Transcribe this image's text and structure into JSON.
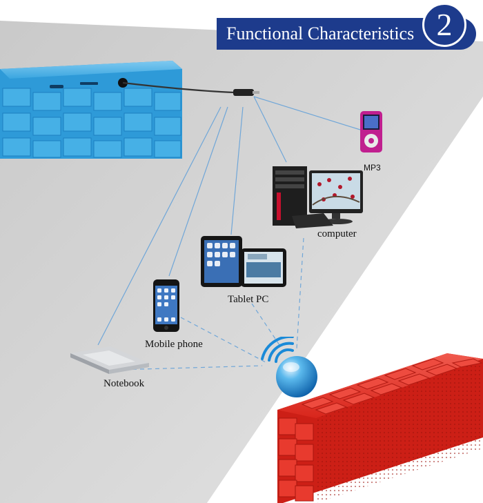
{
  "header": {
    "title": "Functional Characteristics",
    "number": "2"
  },
  "devices": [
    {
      "id": "mp3",
      "label": "MP3",
      "icon": "mp3-player-icon"
    },
    {
      "id": "computer",
      "label": "computer",
      "icon": "desktop-computer-icon"
    },
    {
      "id": "tablet",
      "label": "Tablet PC",
      "icon": "tablet-icon"
    },
    {
      "id": "phone",
      "label": "Mobile phone",
      "icon": "mobile-phone-icon"
    },
    {
      "id": "notebook",
      "label": "Notebook",
      "icon": "notebook-icon"
    }
  ],
  "colors": {
    "banner": "#1d3b8c",
    "speaker_blue": "#2e9ad8",
    "speaker_red": "#e0241c",
    "lines": "#6fa6d8"
  }
}
